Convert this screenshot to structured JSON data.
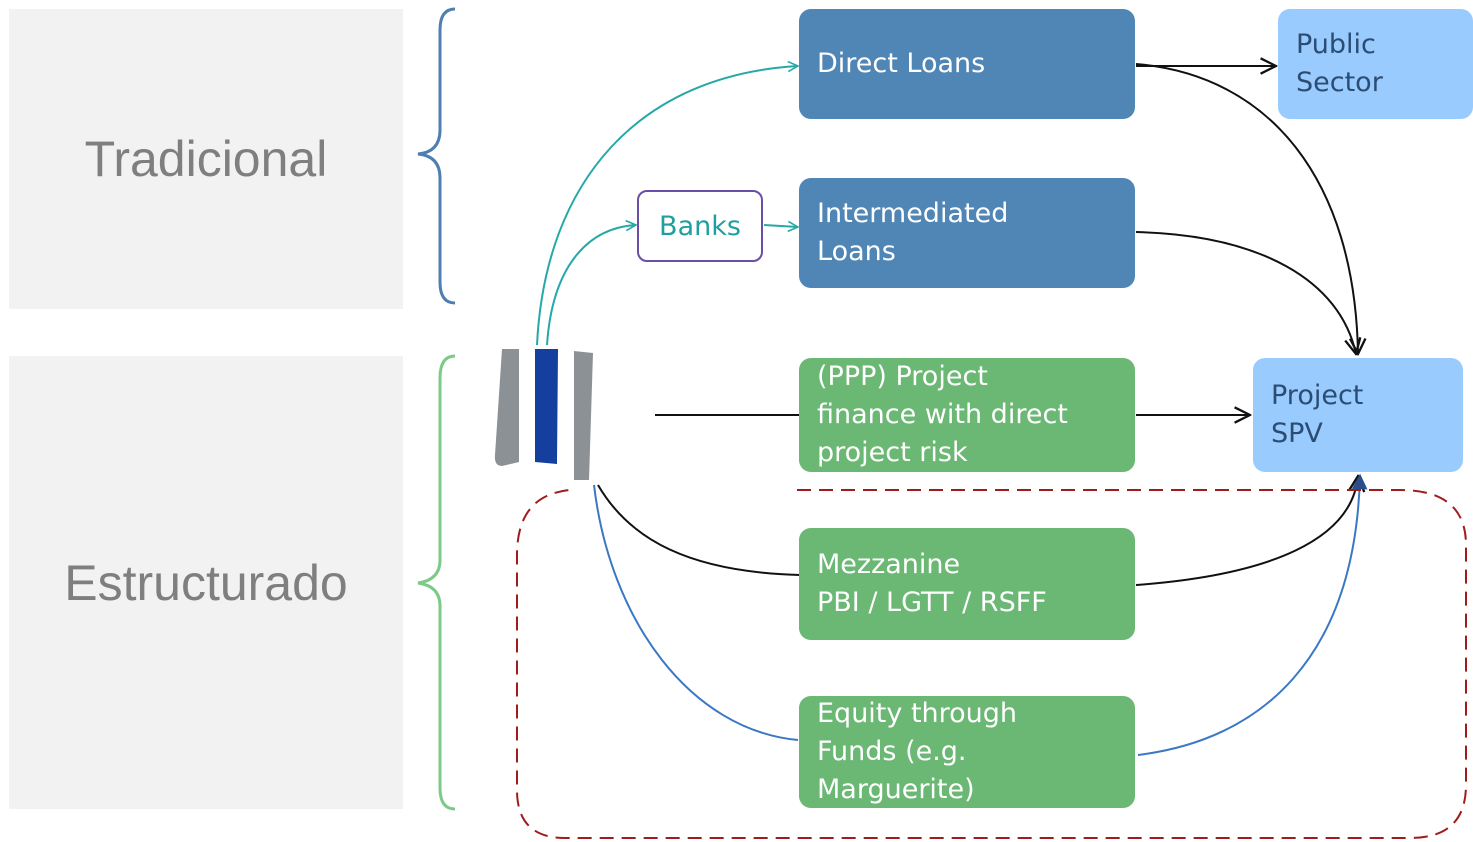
{
  "panels": {
    "traditional": "Tradicional",
    "structured": "Estructurado"
  },
  "boxes": {
    "direct_loans": "Direct Loans",
    "intermediated_loans": "Intermediated\nLoans",
    "ppp": "(PPP) Project\nfinance with direct\nproject risk",
    "mezzanine": "Mezzanine\nPBI / LGTT / RSFF",
    "equity": "Equity through\nFunds (e.g.\nMarguerite)",
    "public_sector": "Public\nSector",
    "project_spv": "Project\nSPV",
    "banks": "Banks"
  },
  "colors": {
    "panel_bg": "#f2f2f2",
    "dark_blue_box": "#4f86b5",
    "green_box": "#6bb774",
    "light_blue_box": "#99cbff",
    "brace_traditional": "#4f7fb0",
    "brace_structured": "#7dc98a",
    "teal_arrow": "#27a8a8",
    "blue_arrow": "#3b78c4",
    "dashed_border": "#a01c1c"
  }
}
